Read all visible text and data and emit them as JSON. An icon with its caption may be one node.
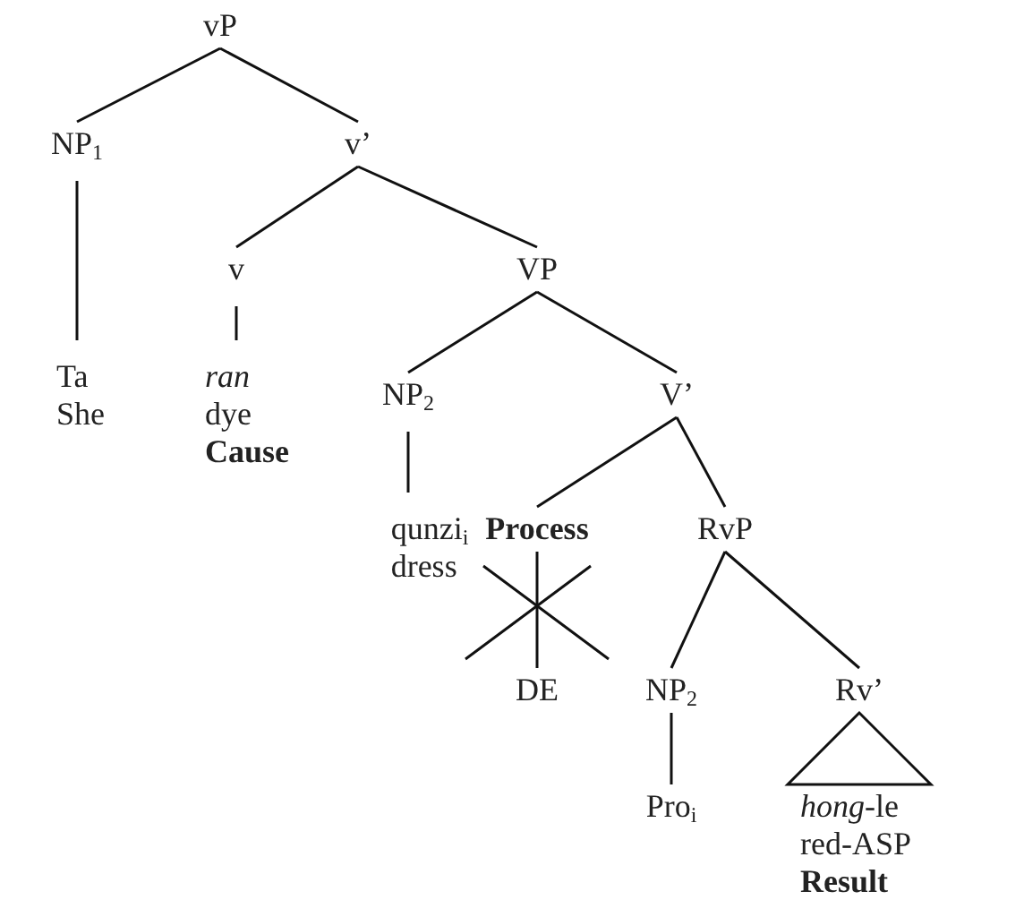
{
  "diagram": {
    "nodes": [
      {
        "text": [
          "vP"
        ]
      },
      {
        "text": [
          "NP$_{1}$"
        ]
      },
      {
        "text": [
          "v’"
        ]
      },
      {
        "text": [
          "Ta",
          "She"
        ]
      },
      {
        "text": [
          "v"
        ]
      },
      {
        "text": [
          "ran",
          "dye",
          "Cause"
        ]
      },
      {
        "text": [
          "VP"
        ]
      },
      {
        "text": [
          "NP$_{2}$"
        ]
      },
      {
        "text": [
          "V’"
        ]
      },
      {
        "text": [
          "qunzi$_{i}$",
          "dress"
        ]
      },
      {
        "text": [
          "Process"
        ]
      },
      {
        "text": [
          "RvP"
        ]
      },
      {
        "text": [
          "DE"
        ]
      },
      {
        "text": [
          "NP$_{2}$"
        ]
      },
      {
        "text": [
          "Rv’"
        ]
      },
      {
        "text": [
          "Pro$_{i}$"
        ]
      },
      {
        "text": [
          "*hong*-le",
          "red-ASP",
          "Result"
        ]
      }
    ],
    "edges": [
      {
        "from": 0,
        "to": 1,
        "arrow": "none"
      },
      {
        "from": 0,
        "to": 2,
        "arrow": "none"
      },
      {
        "from": 1,
        "to": 3,
        "arrow": "none"
      },
      {
        "from": 2,
        "to": 4,
        "arrow": "none"
      },
      {
        "from": 2,
        "to": 6,
        "arrow": "none"
      },
      {
        "from": 4,
        "to": 5,
        "arrow": "none"
      },
      {
        "from": 6,
        "to": 7,
        "arrow": "none"
      },
      {
        "from": 6,
        "to": 8,
        "arrow": "none"
      },
      {
        "from": 7,
        "to": 9,
        "arrow": "none"
      },
      {
        "from": 8,
        "to": 10,
        "arrow": "none"
      },
      {
        "from": 8,
        "to": 11,
        "arrow": "none"
      },
      {
        "from": 10,
        "to": 12,
        "arrow": "none"
      },
      {
        "from": 11,
        "to": 13,
        "arrow": "none"
      },
      {
        "from": 11,
        "to": 14,
        "arrow": "none"
      },
      {
        "from": 13,
        "to": 15,
        "arrow": "none"
      },
      {
        "from": 14,
        "to": 16,
        "arrow": "none"
      }
    ]
  }
}
